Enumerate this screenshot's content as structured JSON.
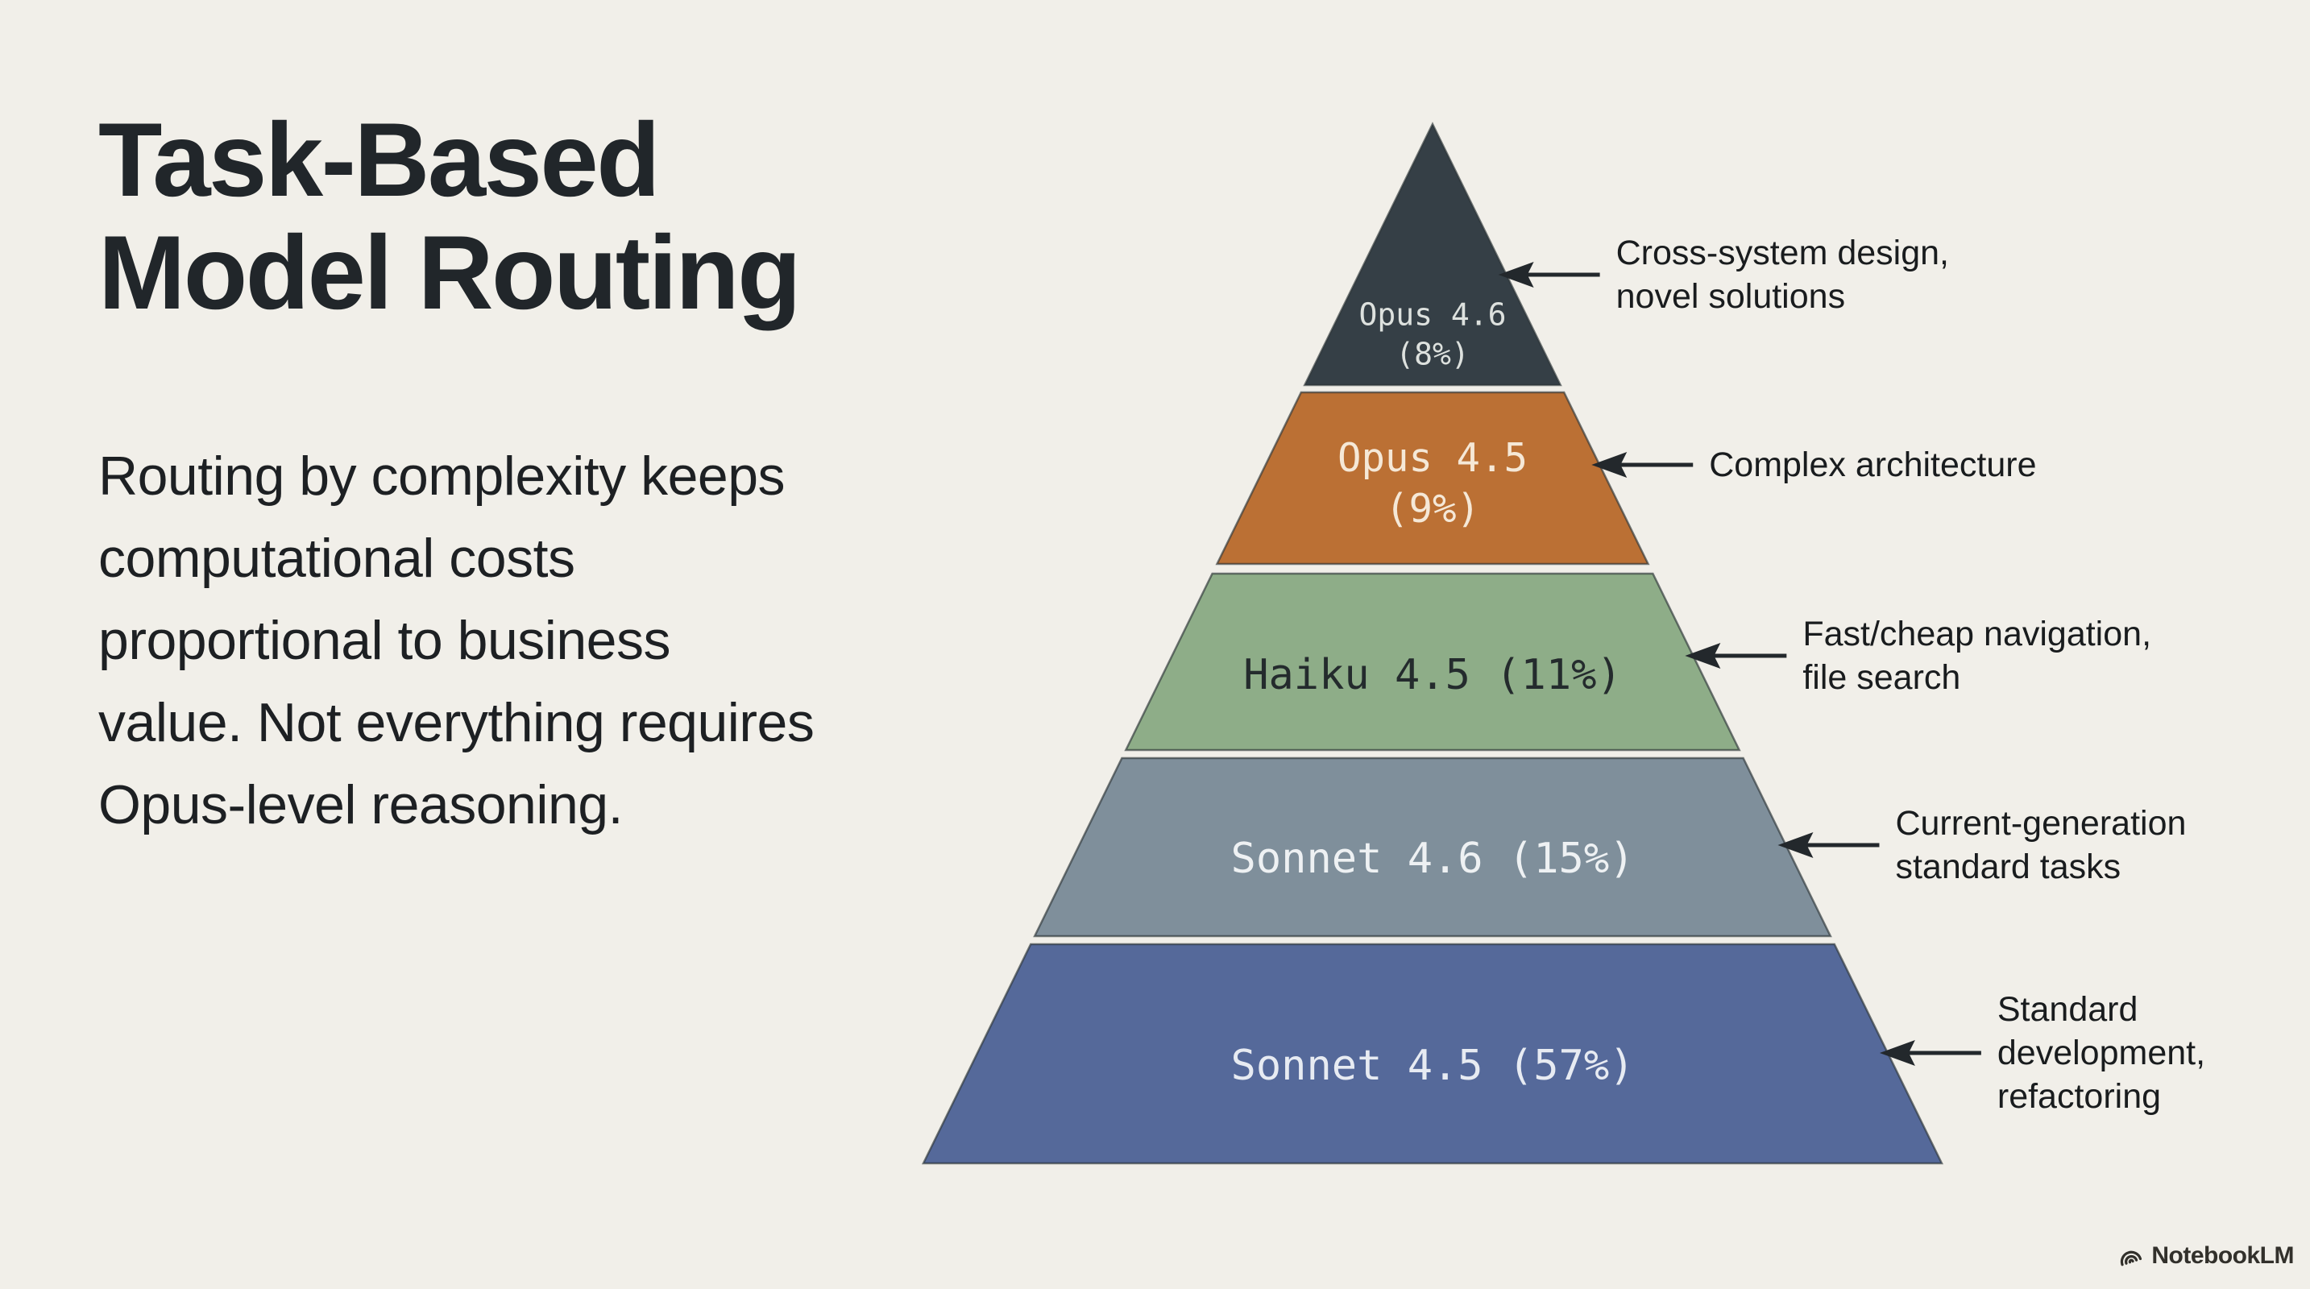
{
  "title": {
    "lines": [
      "Task-Based",
      "Model Routing"
    ]
  },
  "description": {
    "lines": [
      "Routing by complexity keeps",
      "computational costs",
      "proportional to business",
      "value. Not everything requires",
      "Opus-level reasoning."
    ]
  },
  "footer": {
    "brand": "NotebookLM",
    "logo_icon": "notebooklm-arcs-icon"
  },
  "colors": {
    "background": "#f1efe9",
    "title_text": "#21262a",
    "body_text": "#1d2023",
    "annotation_text": "#191c1e",
    "arrow": "#23282c"
  },
  "chart_data": {
    "type": "pyramid",
    "title": "Task-Based Model Routing",
    "order": "top-to-bottom",
    "categories": [
      "Opus 4.6",
      "Opus 4.5",
      "Haiku 4.5",
      "Sonnet 4.6",
      "Sonnet 4.5"
    ],
    "values": [
      8,
      9,
      11,
      15,
      57
    ],
    "levels": [
      {
        "model": "Opus 4.6",
        "percent": 8,
        "label_lines": [
          "Opus 4.6",
          "(8%)"
        ],
        "annotation_lines": [
          "Cross-system design,",
          "novel solutions"
        ],
        "fill": "#353f46",
        "label_color": "#dde1de"
      },
      {
        "model": "Opus 4.5",
        "percent": 9,
        "label_lines": [
          "Opus 4.5",
          "(9%)"
        ],
        "annotation_lines": [
          "Complex architecture"
        ],
        "fill": "#bb7034",
        "label_color": "#f5e8d7"
      },
      {
        "model": "Haiku 4.5",
        "percent": 11,
        "label_lines": [
          "Haiku 4.5 (11%)"
        ],
        "annotation_lines": [
          "Fast/cheap navigation,",
          "file search"
        ],
        "fill": "#8ead88",
        "label_color": "#242b2d"
      },
      {
        "model": "Sonnet 4.6",
        "percent": 15,
        "label_lines": [
          "Sonnet 4.6 (15%)"
        ],
        "annotation_lines": [
          "Current-generation",
          "standard tasks"
        ],
        "fill": "#7f8f9b",
        "label_color": "#eef1f3"
      },
      {
        "model": "Sonnet 4.5",
        "percent": 57,
        "label_lines": [
          "Sonnet 4.5 (57%)"
        ],
        "annotation_lines": [
          "Standard",
          "development,",
          "refactoring"
        ],
        "fill": "#55699a",
        "label_color": "#e7ebf2"
      }
    ]
  }
}
